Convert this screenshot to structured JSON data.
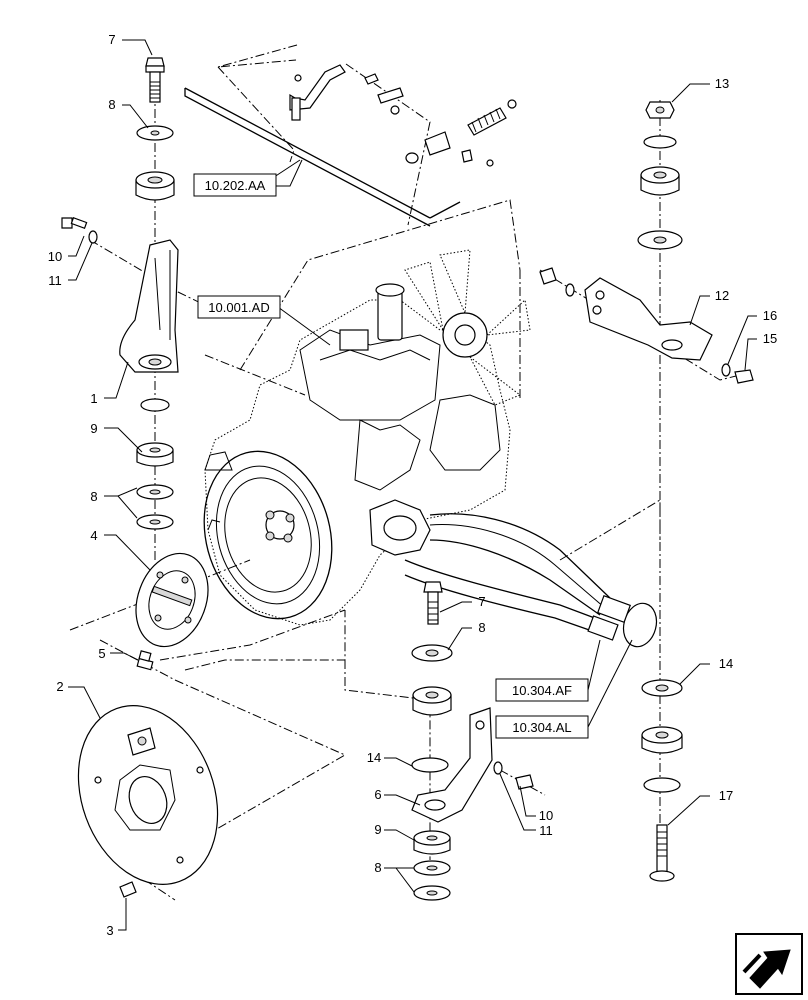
{
  "diagram": {
    "callouts": [
      "7",
      "8",
      "10",
      "11",
      "1",
      "9",
      "8",
      "4",
      "5",
      "2",
      "3",
      "13",
      "12",
      "16",
      "15",
      "7",
      "8",
      "14",
      "14",
      "6",
      "10",
      "9",
      "11",
      "8",
      "17"
    ],
    "references": [
      "10.202.AA",
      "10.001.AD",
      "10.304.AF",
      "10.304.AL"
    ],
    "nav_icon": "next-page-arrow-icon"
  }
}
